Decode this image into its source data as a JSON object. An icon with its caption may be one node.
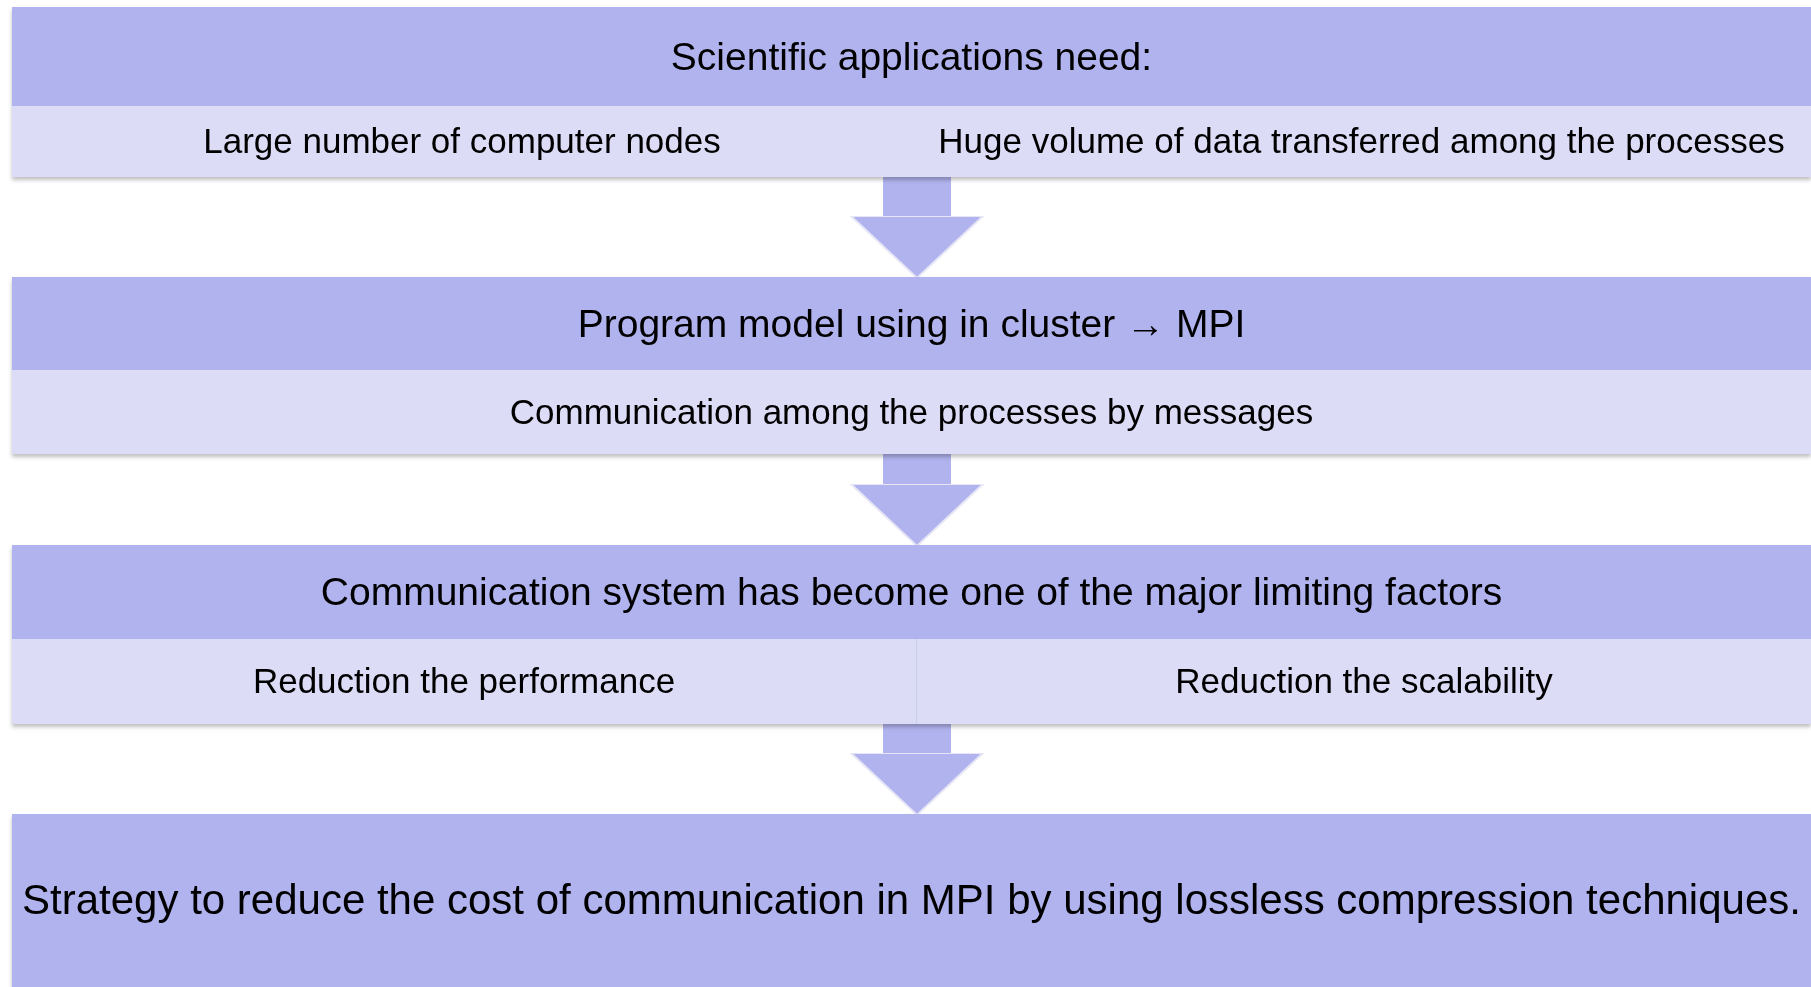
{
  "diagram": {
    "nodes": [
      {
        "text": [],
        "shape": "box"
      },
      {
        "text": [
          "Scientific applications need:"
        ],
        "in": 0
      },
      {
        "text": [
          "Large number of computer nodes"
        ],
        "in": 0
      },
      {
        "text": [
          "Huge volume of data transferred among the processes"
        ],
        "in": 0
      },
      {
        "text": [],
        "shape": "box"
      },
      {
        "text": [
          "Program model using in cluster → MPI"
        ],
        "in": 4
      },
      {
        "text": [
          "Communication among the processes by messages"
        ],
        "in": 4
      },
      {
        "text": [],
        "shape": "box"
      },
      {
        "text": [
          "Communication system has become one of the major limiting factors"
        ],
        "in": 7
      },
      {
        "text": [
          "Reduction the performance"
        ],
        "in": 7
      },
      {
        "text": [
          "Reduction the scalability"
        ],
        "in": 7
      },
      {
        "text": [
          "Strategy to reduce the  cost of communication in MPI by using lossless compression techniques."
        ]
      }
    ],
    "edges": [
      {
        "from": 0,
        "to": 4,
        "arrow": "to"
      },
      {
        "from": 4,
        "to": 7,
        "arrow": "to"
      },
      {
        "from": 7,
        "to": 11,
        "arrow": "to"
      }
    ]
  }
}
